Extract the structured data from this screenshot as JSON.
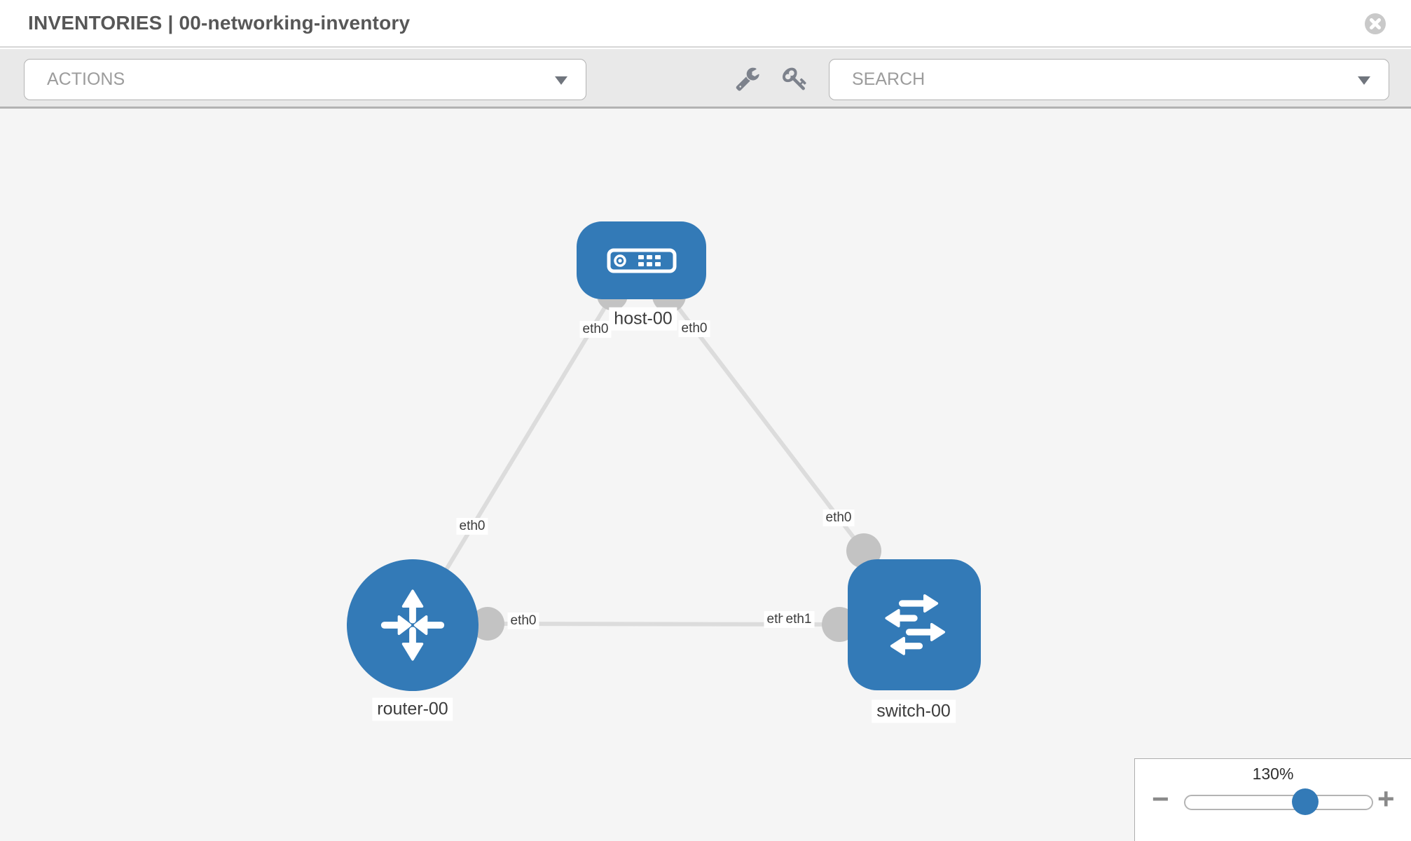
{
  "header": {
    "title": "INVENTORIES | 00-networking-inventory",
    "close_icon": "x-circle-icon"
  },
  "toolbar": {
    "actions_placeholder": "ACTIONS",
    "search_placeholder": "SEARCH",
    "wrench_icon": "wrench-icon",
    "key_icon": "key-icon"
  },
  "topology": {
    "nodes": [
      {
        "label": "host-00",
        "type": "host"
      },
      {
        "label": "router-00",
        "type": "router"
      },
      {
        "label": "switch-00",
        "type": "switch"
      }
    ],
    "links": [
      {
        "from": "host-00",
        "from_iface": "eth0",
        "to": "router-00",
        "to_iface": "eth0"
      },
      {
        "from": "host-00",
        "from_iface": "eth0",
        "to": "switch-00",
        "to_iface": "eth0"
      },
      {
        "from": "router-00",
        "from_iface": "eth0",
        "to": "switch-00",
        "to_iface": "eth1"
      }
    ],
    "interface_badges": [
      {
        "text": "eth0",
        "at": "host-00 left"
      },
      {
        "text": "eth0",
        "at": "host-00 right"
      },
      {
        "text": "eth0",
        "at": "host-router link, router end"
      },
      {
        "text": "eth0",
        "at": "host-switch link, switch end"
      },
      {
        "text": "eth0",
        "at": "router-00 right"
      },
      {
        "text": "eth0",
        "at": "switch-00 left, overlapped"
      },
      {
        "text": "eth1",
        "at": "switch-00 left"
      }
    ]
  },
  "zoom_control": {
    "value": "130%",
    "percent": 130,
    "minus_label": "−",
    "plus_label": "+"
  },
  "colors": {
    "node_blue": "#337ab7",
    "link_gray": "#dcdcdc",
    "endpoint_gray": "#c3c3c3",
    "toolbar_bg": "#e9e9e9",
    "canvas_bg": "#f5f5f5",
    "title_text": "#575757",
    "label_text": "#3c3c3c"
  }
}
